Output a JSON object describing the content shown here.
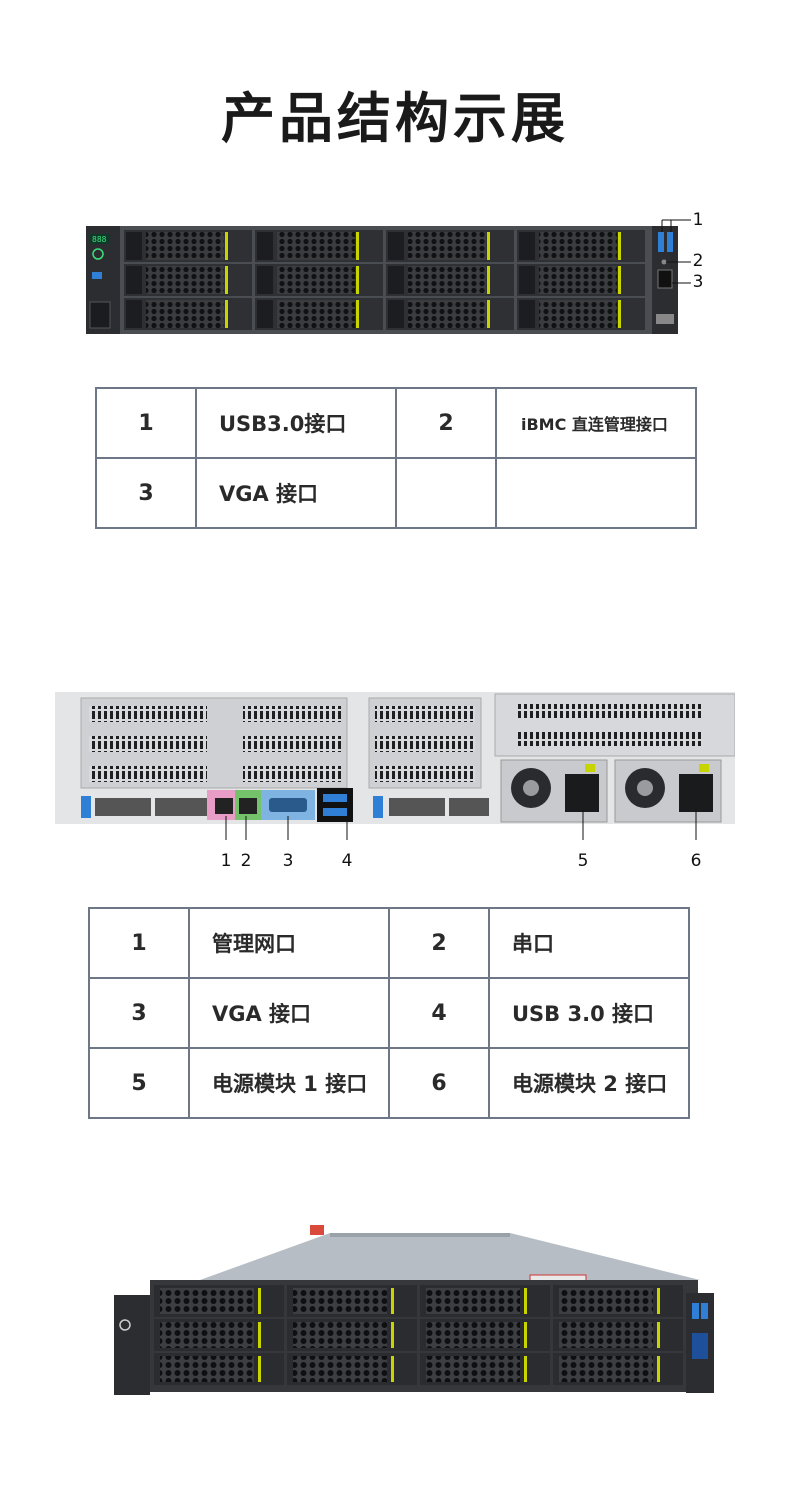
{
  "page": {
    "title": "产品结构示展"
  },
  "front_panel": {
    "callouts": [
      "1",
      "2",
      "3"
    ]
  },
  "front_table": {
    "rows": [
      [
        {
          "num": "1",
          "label": "USB3.0接口"
        },
        {
          "num": "2",
          "label": "iBMC 直连管理接口"
        }
      ],
      [
        {
          "num": "3",
          "label": "VGA 接口"
        },
        {
          "num": "",
          "label": ""
        }
      ]
    ]
  },
  "rear_panel": {
    "callouts": [
      "1",
      "2",
      "3",
      "4",
      "5",
      "6"
    ]
  },
  "rear_table": {
    "rows": [
      [
        {
          "num": "1",
          "label": "管理网口"
        },
        {
          "num": "2",
          "label": "串口"
        }
      ],
      [
        {
          "num": "3",
          "label": "VGA 接口"
        },
        {
          "num": "4",
          "label": "USB 3.0 接口"
        }
      ],
      [
        {
          "num": "5",
          "label": "电源模块 1 接口"
        },
        {
          "num": "6",
          "label": "电源模块 2 接口"
        }
      ]
    ]
  },
  "colors": {
    "chassis": "#4a4d52",
    "bezel": "#2b2d31",
    "drive_tag": "#c8d400",
    "usb_blue": "#2f7fd6",
    "rear_grey": "#e4e5e7",
    "table_border": "#6d7785"
  }
}
